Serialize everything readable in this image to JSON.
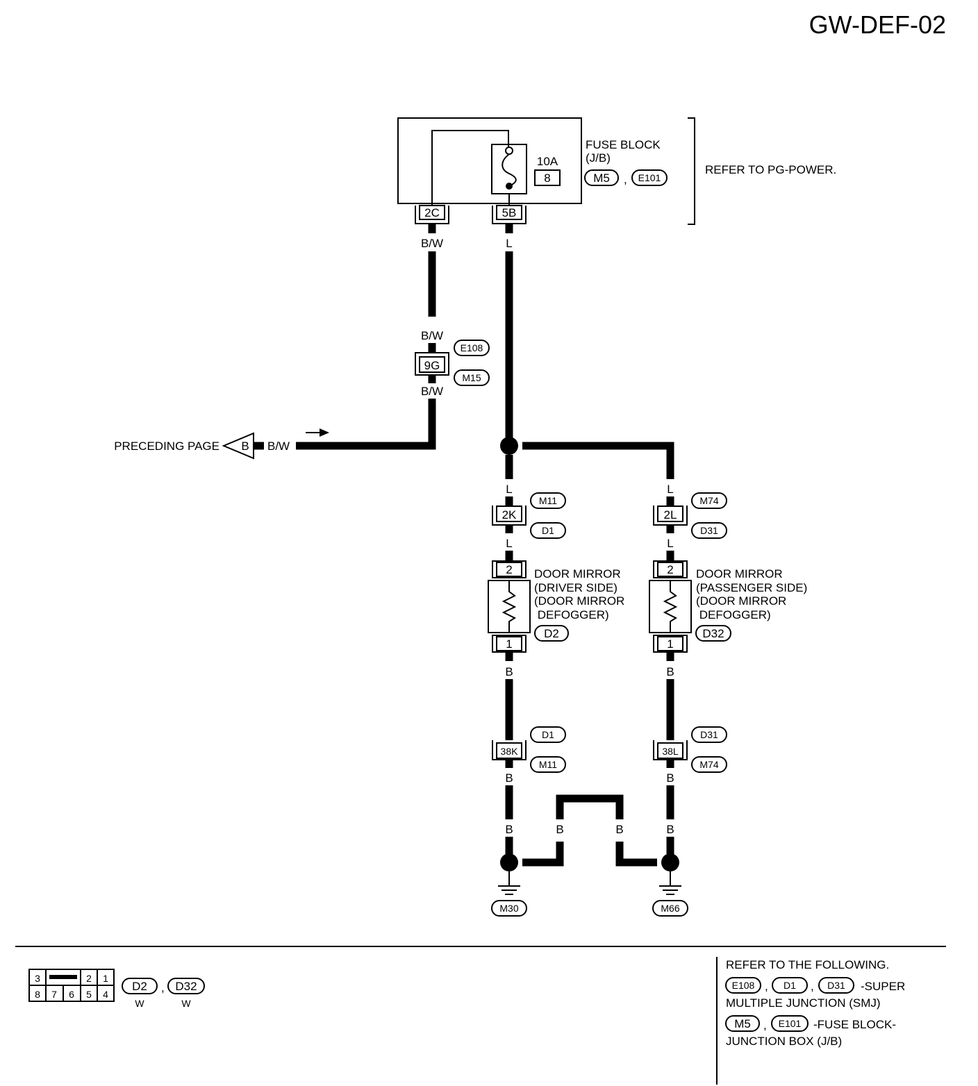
{
  "title": "GW-DEF-02",
  "fuse_block": {
    "label1": "FUSE BLOCK",
    "label2": "(J/B)",
    "amp": "10A",
    "fuse_no": "8",
    "conn1": "M5",
    "conn2": "E101",
    "comma": ",",
    "refer": "REFER TO PG-POWER.",
    "term_left": "2C",
    "term_right": "5B"
  },
  "wires": {
    "bw": "B/W",
    "l": "L",
    "b": "B"
  },
  "smj_9g": {
    "term": "9G",
    "c1": "E108",
    "c2": "M15"
  },
  "preceding": {
    "label": "PRECEDING PAGE",
    "arrow_letter": "B",
    "wire": "B/W"
  },
  "left_branch": {
    "smj_term": "2K",
    "smj_c1": "M11",
    "smj_c2": "D1",
    "pin_top": "2",
    "pin_bottom": "1",
    "label_lines": [
      "DOOR MIRROR",
      "(DRIVER SIDE)",
      "(DOOR MIRROR",
      " DEFOGGER)"
    ],
    "conn": "D2",
    "gnd_term": "38K",
    "gnd_c1": "D1",
    "gnd_c2": "M11",
    "ground": "M30"
  },
  "right_branch": {
    "smj_term": "2L",
    "smj_c1": "M74",
    "smj_c2": "D31",
    "pin_top": "2",
    "pin_bottom": "1",
    "label_lines": [
      "DOOR MIRROR",
      "(PASSENGER SIDE)",
      "(DOOR MIRROR",
      " DEFOGGER)"
    ],
    "conn": "D32",
    "gnd_term": "38L",
    "gnd_c1": "D31",
    "gnd_c2": "M74",
    "ground": "M66"
  },
  "connector_face": {
    "top_pins": [
      "3",
      "2",
      "1"
    ],
    "bottom_pins": [
      "8",
      "7",
      "6",
      "5",
      "4"
    ],
    "c1": "D2",
    "c1_color": "W",
    "c2": "D32",
    "c2_color": "W",
    "comma": ","
  },
  "refer_box": {
    "line1": "REFER TO THE FOLLOWING.",
    "smj_c1": "E108",
    "smj_c2": "D1",
    "smj_c3": "D31",
    "smj_text1": "-SUPER",
    "smj_text2": "MULTIPLE JUNCTION (SMJ)",
    "fb_c1": "M5",
    "fb_c2": "E101",
    "fb_text1": "-FUSE BLOCK-",
    "fb_text2": "JUNCTION BOX (J/B)",
    "comma": ","
  }
}
